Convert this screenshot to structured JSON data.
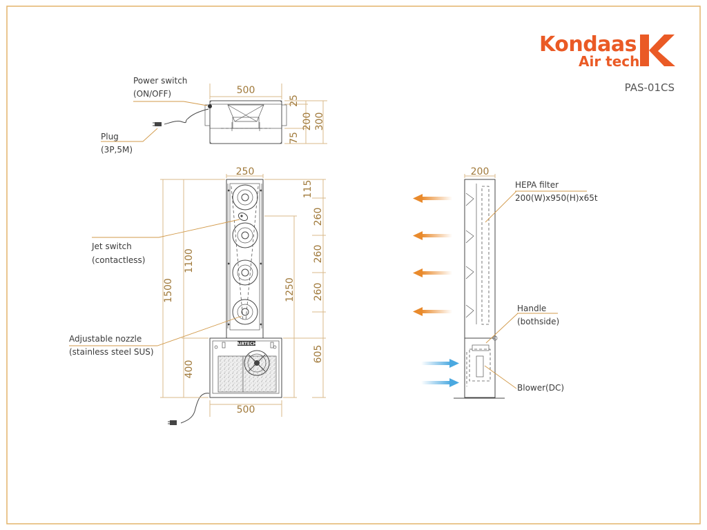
{
  "brand": {
    "line1": "Kondaas",
    "line2": "Air tech",
    "color": "#ea5a25"
  },
  "model": "PAS-01CS",
  "colors": {
    "frame": "#e3b46a",
    "dimension": "#a0793a",
    "outflow": "#e98a2c",
    "inflow": "#4aa8e0"
  },
  "labels": {
    "power_switch_1": "Power switch",
    "power_switch_2": "(ON/OFF)",
    "plug_1": "Plug",
    "plug_2": "(3P,5M)",
    "jet_switch_1": "Jet switch",
    "jet_switch_2": "(contactless)",
    "nozzle_1": "Adjustable nozzle",
    "nozzle_2": "(stainless steel SUS)",
    "hepa_1": "HEPA filter",
    "hepa_2": "200(W)x950(H)x65t",
    "handle_1": "Handle",
    "handle_2": "(bothside)",
    "blower": "Blower(DC)"
  },
  "dimensions": {
    "top_width": "500",
    "top_d1": "25",
    "top_d2": "200",
    "top_d3": "75",
    "top_total": "300",
    "front_tower_width": "250",
    "front_base_width": "500",
    "front_total_height": "1500",
    "front_tower_height": "1100",
    "front_base_height": "400",
    "front_mid_height": "1250",
    "seg1": "115",
    "seg2": "260",
    "seg3": "260",
    "seg4": "260",
    "seg5": "605",
    "side_width": "200"
  },
  "plate_label": "AIRTECH"
}
